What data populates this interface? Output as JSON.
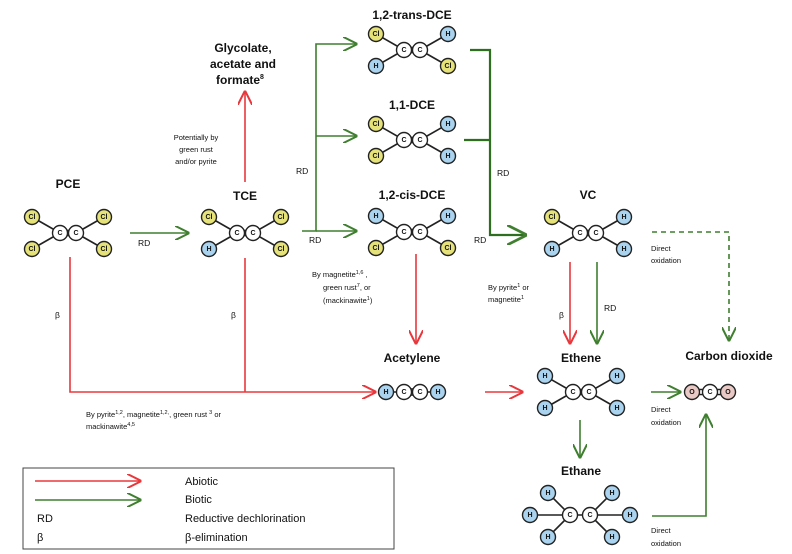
{
  "compounds": {
    "pce": "PCE",
    "tce": "TCE",
    "trans_dce": "1,2-trans-DCE",
    "dce11": "1,1-DCE",
    "cis_dce": "1,2-cis-DCE",
    "vc": "VC",
    "glycolate_l1": "Glycolate,",
    "glycolate_l2": "acetate and",
    "glycolate_l3": "formate",
    "glycolate_sup": "8",
    "acetylene": "Acetylene",
    "ethene": "Ethene",
    "ethane": "Ethane",
    "co2": "Carbon dioxide"
  },
  "atoms": {
    "chlorine": "Cl",
    "carbon": "C",
    "hydrogen": "H",
    "oxygen": "O"
  },
  "colors": {
    "abiotic": "#e8383d",
    "biotic": "#3f7f2f",
    "chlorine": "#e6e27a",
    "hydrogen": "#a9d3ee",
    "carbon": "#ffffff",
    "oxygen": "#e9c9c5"
  },
  "labels": {
    "rd": "RD",
    "beta": "β",
    "direct_oxidation_l1": "Direct",
    "direct_oxidation_l2": "oxidation",
    "green_rust_l1": "Potentially by",
    "green_rust_l2": "green rust",
    "green_rust_l3": "and/or pyrite",
    "magnetite_l1": "By magnetite",
    "magnetite_l1_sup": "1,6",
    "magnetite_l2": "green rust",
    "magnetite_l2_sup": "7",
    "magnetite_l2_tail": ", or",
    "magnetite_l3": "(mackinawite",
    "magnetite_l3_sup": "1",
    "magnetite_l3_tail": ")",
    "pyrite_l1": "By pyrite",
    "pyrite_l1_sup": "1",
    "pyrite_l1_tail": " or",
    "pyrite_l2": "magnetite",
    "pyrite_l2_sup": "1",
    "bottom_l1_a": "By pyrite",
    "bottom_l1_a_sup": "1,2",
    "bottom_l1_b": ", magnetite",
    "bottom_l1_b_sup": "1,2,",
    "bottom_l1_c": ", green rust ",
    "bottom_l1_c_sup": "3",
    "bottom_l1_d": " or",
    "bottom_l2": "mackinawite",
    "bottom_l2_sup": "4,5"
  },
  "legend": {
    "abiotic": "Abiotic",
    "biotic": "Biotic",
    "rd_key": "RD",
    "rd_desc": "Reductive dechlorination",
    "beta_key": "β",
    "beta_desc": "β-elimination"
  }
}
